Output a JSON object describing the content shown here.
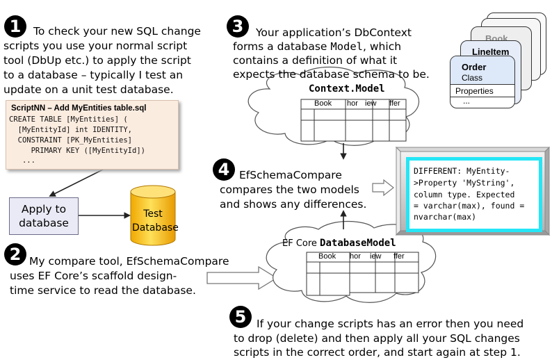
{
  "step1": {
    "number": "1",
    "lines": [
      "To check your new SQL change",
      "scripts you use your normal script",
      "tool (DbUp etc.) to apply the script",
      "to a database – typically I test an",
      "update on a unit test database."
    ]
  },
  "sql_script": {
    "title": "ScriptNN – Add MyEntities table.sql",
    "lines": [
      "CREATE TABLE [MyEntities] (",
      "  [MyEntityId] int IDENTITY,",
      "  CONSTRAINT [PK_MyEntities]",
      "     PRIMARY KEY ([MyEntityId])",
      "   ..."
    ]
  },
  "apply_box": {
    "line1": "Apply to",
    "line2": "database"
  },
  "test_db": {
    "line1": "Test",
    "line2": "Database"
  },
  "step2": {
    "number": "2",
    "lines": [
      "My compare tool, EfSchemaCompare",
      "uses EF Core’s scaffold design-",
      "time service to read the database."
    ]
  },
  "step3": {
    "number": "3",
    "line1_pre": "Your application’s DbContext",
    "line2_pre": "forms a database ",
    "line2_code": "Model",
    "line2_post": ", which",
    "lines_rest": [
      "contains a definition of what it",
      "expects the database schema to be."
    ]
  },
  "classes": {
    "book": "Book",
    "lineitem": "LineItem",
    "order": "Order",
    "order_sub": "Class",
    "properties": "Properties",
    "ellipsis": "..."
  },
  "context_model": {
    "title": "Context.Model",
    "tables": [
      "Book",
      "hor",
      "iew",
      "ffer"
    ]
  },
  "step4": {
    "number": "4",
    "lines": [
      "EfSchemaCompare",
      "compares the two models",
      "and shows any differences."
    ]
  },
  "diff_output": {
    "lines": [
      "DIFFERENT: MyEntity-",
      ">Property 'MyString',",
      "column type. Expected",
      "= varchar(max), found =",
      "nvarchar(max)"
    ]
  },
  "database_model": {
    "title_pre": "EF Core ",
    "title_code": "DatabaseModel",
    "tables": [
      "Book",
      "hor",
      "iew",
      "ffer"
    ]
  },
  "step5": {
    "number": "5",
    "lines": [
      "If your change scripts has an error then you need",
      "to drop (delete) and then apply all your SQL changes",
      "scripts in the correct order, and start again at step 1."
    ]
  },
  "colors": {
    "sql_box_bg": "#fbece0",
    "db_cylinder": "#f7c21c",
    "diff_border": "#24e6f6",
    "class_card": "#dde8f8"
  }
}
